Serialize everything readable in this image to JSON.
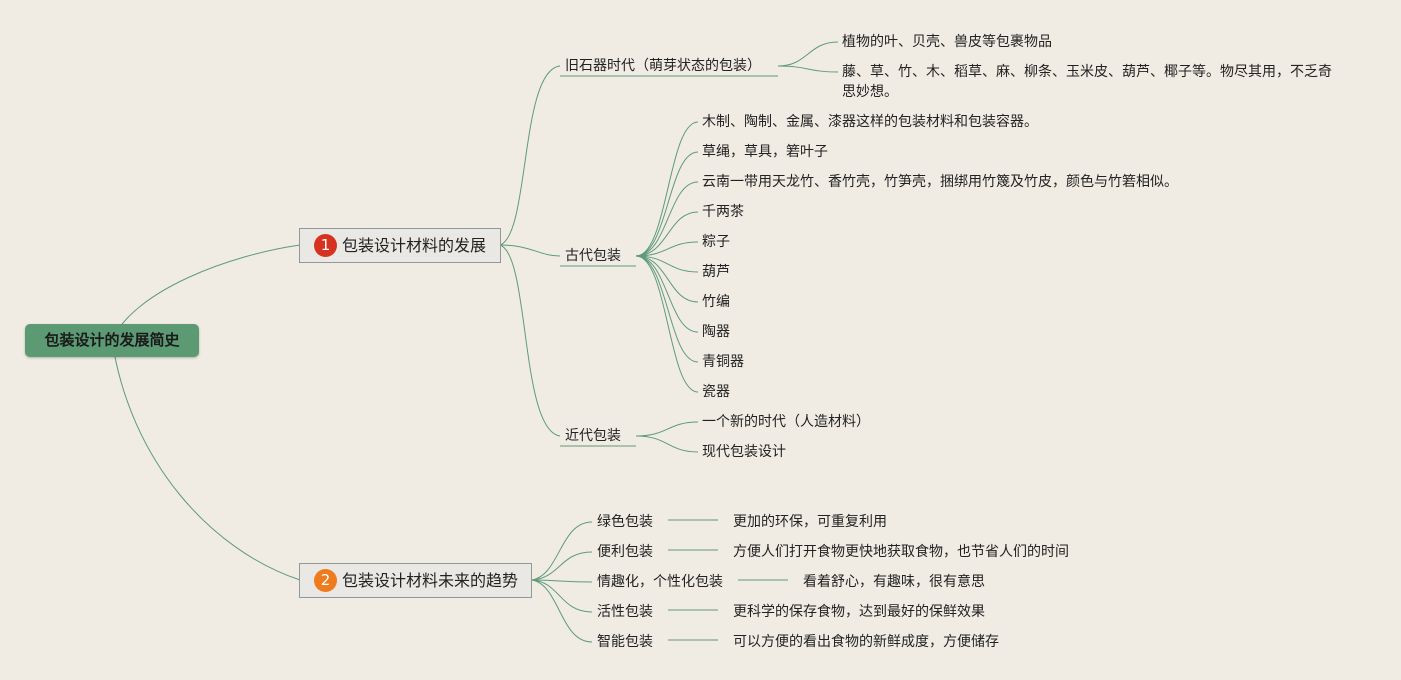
{
  "root": "包装设计的发展简史",
  "branch1": {
    "badge": "1",
    "title": "包装设计材料的发展",
    "groups": [
      {
        "label": "旧石器时代（萌芽状态的包装）",
        "items": [
          "植物的叶、贝壳、兽皮等包裹物品",
          "藤、草、竹、木、稻草、麻、柳条、玉米皮、葫芦、椰子等。物尽其用，不乏奇",
          "思妙想。"
        ]
      },
      {
        "label": "古代包装",
        "items": [
          "木制、陶制、金属、漆器这样的包装材料和包装容器。",
          "草绳，草具，箬叶子",
          "云南一带用天龙竹、香竹壳，竹笋壳，捆绑用竹篾及竹皮，颜色与竹箬相似。",
          "千两茶",
          "粽子",
          "葫芦",
          "竹编",
          "陶器",
          "青铜器",
          "瓷器"
        ]
      },
      {
        "label": "近代包装",
        "items": [
          "一个新的时代（人造材料）",
          "现代包装设计"
        ]
      }
    ]
  },
  "branch2": {
    "badge": "2",
    "title": "包装设计材料未来的趋势",
    "rows": [
      {
        "label": "绿色包装",
        "desc": "更加的环保，可重复利用"
      },
      {
        "label": "便利包装",
        "desc": "方便人们打开食物更快地获取食物，也节省人们的时间"
      },
      {
        "label": "情趣化，个性化包装",
        "desc": "看着舒心，有趣味，很有意思"
      },
      {
        "label": "活性包装",
        "desc": "更科学的保存食物，达到最好的保鲜效果"
      },
      {
        "label": "智能包装",
        "desc": "可以方便的看出食物的新鲜成度，方便储存"
      }
    ]
  },
  "colors": {
    "line": "#5e9a7c",
    "root": "#5c9a74",
    "badge1": "#d6321f",
    "badge2": "#ee7b1e"
  }
}
